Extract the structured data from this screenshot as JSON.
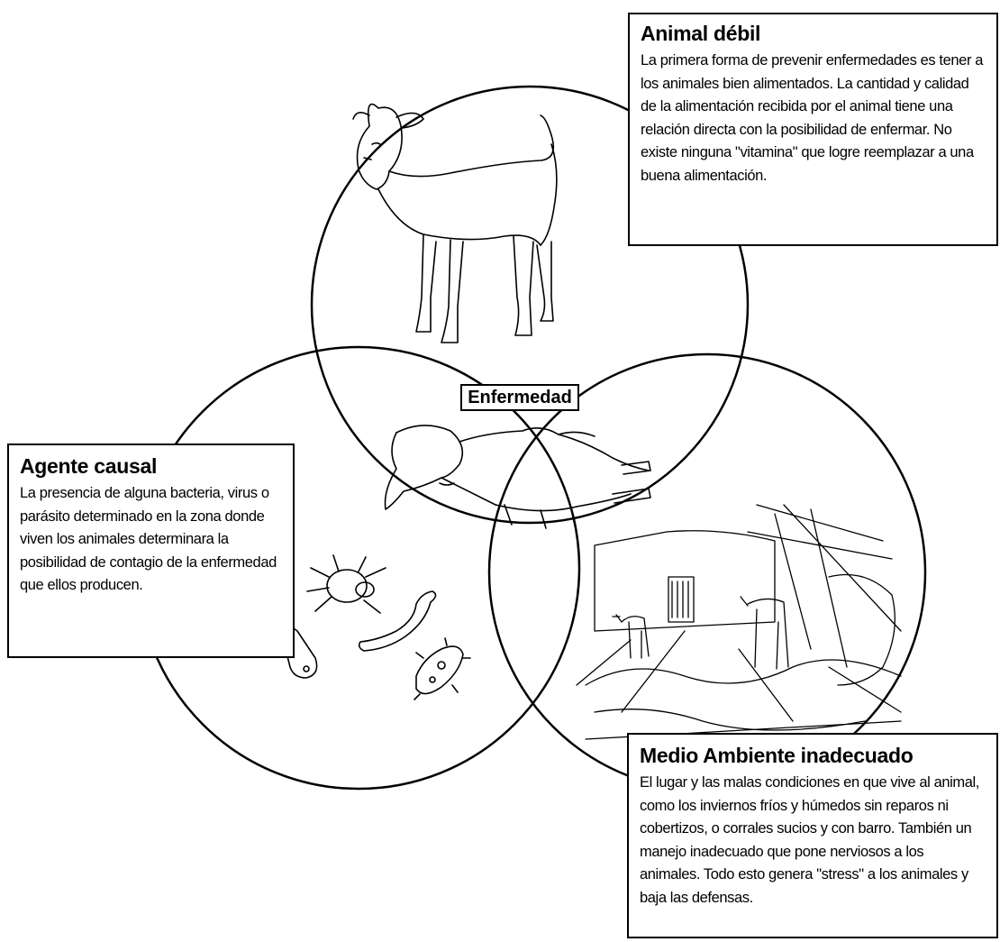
{
  "diagram": {
    "center_label": "Enfermedad",
    "animal_debil": {
      "title": "Animal débil",
      "body": "La primera forma de prevenir enfermedades es tener a los animales bien alimentados. La cantidad y calidad de la alimentación recibida por el animal tiene una relación directa con la posibilidad de enfermar. No existe ninguna \"vitamina\" que logre reemplazar a una buena alimentación."
    },
    "agente_causal": {
      "title": "Agente causal",
      "body": "La presencia de alguna bacteria, virus o parásito determinado en la zona donde viven los animales determinara la posibilidad de contagio de la enfermedad que ellos producen."
    },
    "medio_ambiente": {
      "title": "Medio Ambiente inadecuado",
      "body": "El lugar y las malas condiciones en que vive al animal, como los inviernos fríos y húmedos sin reparos ni cobertizos, o corrales sucios y con barro. También un manejo inadecuado que pone nerviosos a los animales. Todo esto genera \"stress\" a los animales y baja las defensas."
    }
  }
}
